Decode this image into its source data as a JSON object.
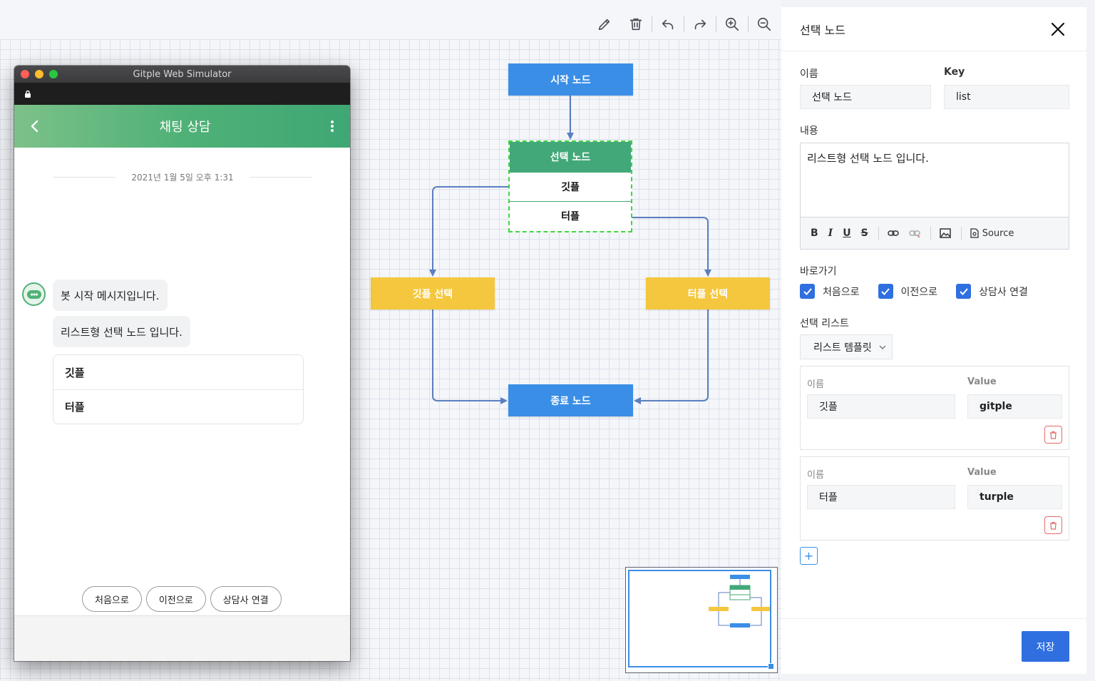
{
  "toolbar": {
    "icons": [
      "pencil-icon",
      "trash-icon",
      "undo-icon",
      "redo-icon",
      "zoom-in-icon",
      "zoom-out-icon"
    ]
  },
  "flow": {
    "start_node": "시작 노드",
    "select_node": {
      "title": "선택 노드",
      "options": [
        "깃플",
        "터플"
      ]
    },
    "left_branch": "깃플 선택",
    "right_branch": "터플 선택",
    "end_node": "종료 노드",
    "colors": {
      "blue": "#3a8ee6",
      "green": "#43a879",
      "yellow": "#f5c73e",
      "edge": "#5b7fbf"
    }
  },
  "simulator": {
    "window_title": "Gitple Web Simulator",
    "header_title": "채팅 상담",
    "date": "2021년 1월 5일 오후 1:31",
    "messages": [
      "봇 시작 메시지입니다.",
      "리스트형 선택 노드 입니다."
    ],
    "options": [
      "깃플",
      "터플"
    ],
    "quick_buttons": [
      "처음으로",
      "이전으로",
      "상담사 연결"
    ],
    "header_color": "#4fb177"
  },
  "panel": {
    "title": "선택 노드",
    "name_label": "이름",
    "name_value": "선택 노드",
    "key_label": "Key",
    "key_value": "list",
    "content_label": "내용",
    "content_value": "리스트형 선택 노드 입니다.",
    "editor_tools": {
      "bold": "B",
      "italic": "I",
      "underline": "U",
      "strike": "S",
      "source": "Source"
    },
    "shortcut_label": "바로가기",
    "shortcuts": [
      "처음으로",
      "이전으로",
      "상담사 연결"
    ],
    "list_label": "선택 리스트",
    "template_select": "리스트 템플릿",
    "items": [
      {
        "name_label": "이름",
        "name": "깃플",
        "value_label": "Value",
        "value": "gitple"
      },
      {
        "name_label": "이름",
        "name": "터플",
        "value_label": "Value",
        "value": "turple"
      }
    ],
    "add_label": "+",
    "save_label": "저장",
    "accent": "#2f6fe0"
  }
}
